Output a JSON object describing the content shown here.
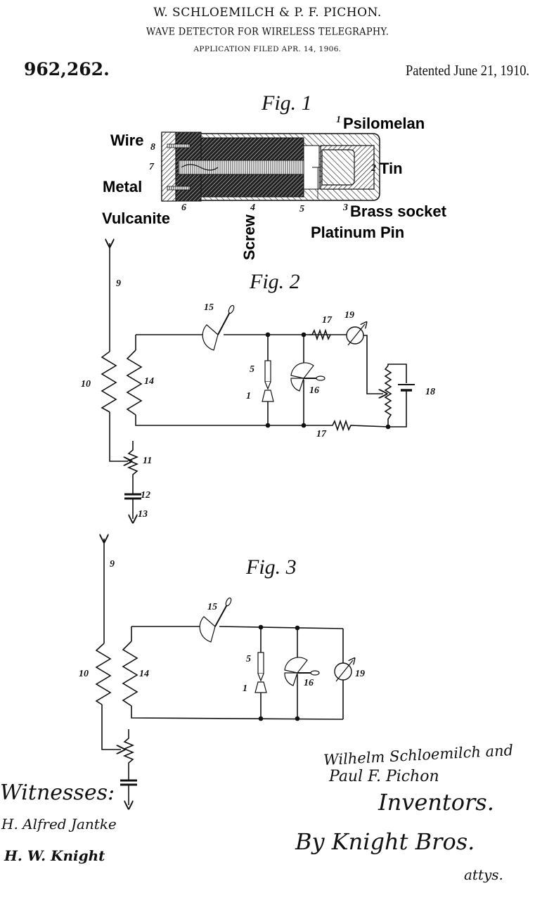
{
  "header": {
    "inventors": "W. SCHLOEMILCH & P. F. PICHON.",
    "title": "WAVE DETECTOR FOR WIRELESS TELEGRAPHY.",
    "application": "APPLICATION FILED APR. 14, 1906.",
    "patent_number": "962,262.",
    "patented_date": "Patented June 21, 1910."
  },
  "fig1": {
    "title": "Fig. 1",
    "annotations": {
      "wire": "Wire",
      "metal": "Metal",
      "vulcanite": "Vulcanite",
      "screw": "Screw",
      "psilomelan": "Psilomelan",
      "tin": "Tin",
      "brass_socket": "Brass socket",
      "platinum_pin": "Platinum Pin"
    },
    "refs": {
      "r1": "1",
      "r2": "2",
      "r3": "3",
      "r4": "4",
      "r5": "5",
      "r6": "6",
      "r7": "7",
      "r8": "8"
    }
  },
  "fig2": {
    "title": "Fig. 2",
    "refs": {
      "r9": "9",
      "r10": "10",
      "r11": "11",
      "r12": "12",
      "r13": "13",
      "r14": "14",
      "r15": "15",
      "r16": "16",
      "r17a": "17",
      "r17b": "17",
      "r18": "18",
      "r19": "19",
      "r5": "5",
      "r1": "1"
    }
  },
  "fig3": {
    "title": "Fig. 3",
    "refs": {
      "r9": "9",
      "r10": "10",
      "r14": "14",
      "r15": "15",
      "r16": "16",
      "r19": "19",
      "r5": "5",
      "r1": "1"
    }
  },
  "signatures": {
    "witnesses_label": "Witnesses:",
    "witness_1": "H. Alfred Jantke",
    "witness_2": "H. W. Knight",
    "inventor_1": "Wilhelm Schloemilch and",
    "inventor_2": "Paul F. Pichon",
    "inventors_label": "Inventors.",
    "attorney": "By Knight Bros.",
    "attorney_suffix": "attys."
  }
}
